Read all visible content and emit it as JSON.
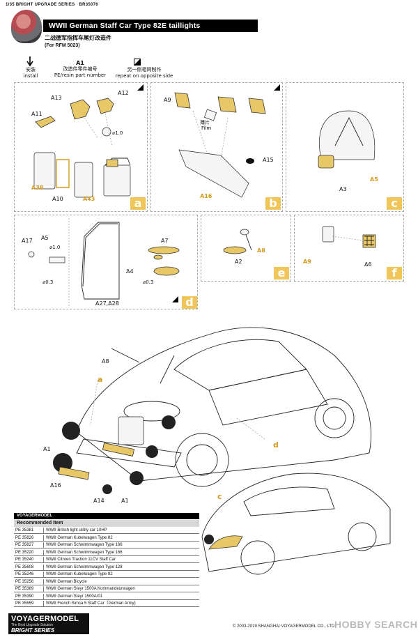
{
  "header": {
    "series_line": "1/35 BRIGHT UPGRADE SERIES",
    "series_code": "BR35076",
    "title": "WWII German Staff Car Type 82E taillights",
    "title_cn": "二战德军指挥车尾灯改造件",
    "for_kit": "(For RFM 5023)"
  },
  "legend": {
    "install_cn": "安装",
    "install": "install",
    "part_no": "A1",
    "part_cn": "改造件零件编号",
    "part": "PE/resin part number",
    "repeat_cn": "另一侧相同制作",
    "repeat": "repeat on opposite side"
  },
  "panels": {
    "a": {
      "letter": "a",
      "labels": [
        "A13",
        "A12",
        "A11",
        "A38",
        "A10",
        "A43"
      ],
      "dims": [
        "⌀1.0"
      ]
    },
    "b": {
      "letter": "b",
      "labels": [
        "A9",
        "A15",
        "A16"
      ],
      "film_cn": "薄片",
      "film": "Film"
    },
    "c": {
      "letter": "c",
      "labels": [
        "A3",
        "A5"
      ]
    },
    "d": {
      "letter": "d",
      "labels": [
        "A17",
        "A5",
        "A7",
        "A4",
        "A27,A28"
      ],
      "dims": [
        "⌀1.0",
        "⌀0.3",
        "⌀0.3"
      ]
    },
    "e": {
      "letter": "e",
      "labels": [
        "A8",
        "A2"
      ]
    },
    "f": {
      "letter": "f",
      "labels": [
        "A9",
        "A6"
      ]
    }
  },
  "main_callouts": [
    "A8",
    "a",
    "A1",
    "A16",
    "A14",
    "A1",
    "d",
    "c"
  ],
  "recommended": {
    "header_brand": "VOYAGERMODEL",
    "title": "Recommended item",
    "items": [
      [
        "PE 35381",
        "WWII British light utility car 10HP"
      ],
      [
        "PE 35826",
        "WWII German Kubelwagen Type 82"
      ],
      [
        "PE 35827",
        "WWII German Schwimmwagen Type 166"
      ],
      [
        "PE 35220",
        "WWII German Schwimmwagen Type 166"
      ],
      [
        "PE 35240",
        "WWII Citroen Traction 11CV Staff Car"
      ],
      [
        "PE 35608",
        "WWII German Schwimmwagen Type 128"
      ],
      [
        "PE 35246",
        "WWII German Kubelwagen Type 82"
      ],
      [
        "PE 35256",
        "WWII German Bicycle"
      ],
      [
        "PE 35389",
        "WWII German Steyr 1500A Kommandeurwagen"
      ],
      [
        "PE 35390",
        "WWII German Steyr 1500A/01"
      ],
      [
        "PE 35559",
        "WWII French Simca 5 Staff Car（German Army)"
      ]
    ]
  },
  "footer": {
    "brand": "VOYAGERMODEL",
    "slogan": "The Best Upgrade Solution",
    "series": "BRIGHT SERIES",
    "copyright": "© 2003-2019 SHANGHAI VOYAGERMODEL CO., LTD",
    "watermark": "HOBBY SEARCH"
  },
  "colors": {
    "accent": "#f2c55a",
    "pe_part": "#e8c766",
    "black": "#000000"
  }
}
